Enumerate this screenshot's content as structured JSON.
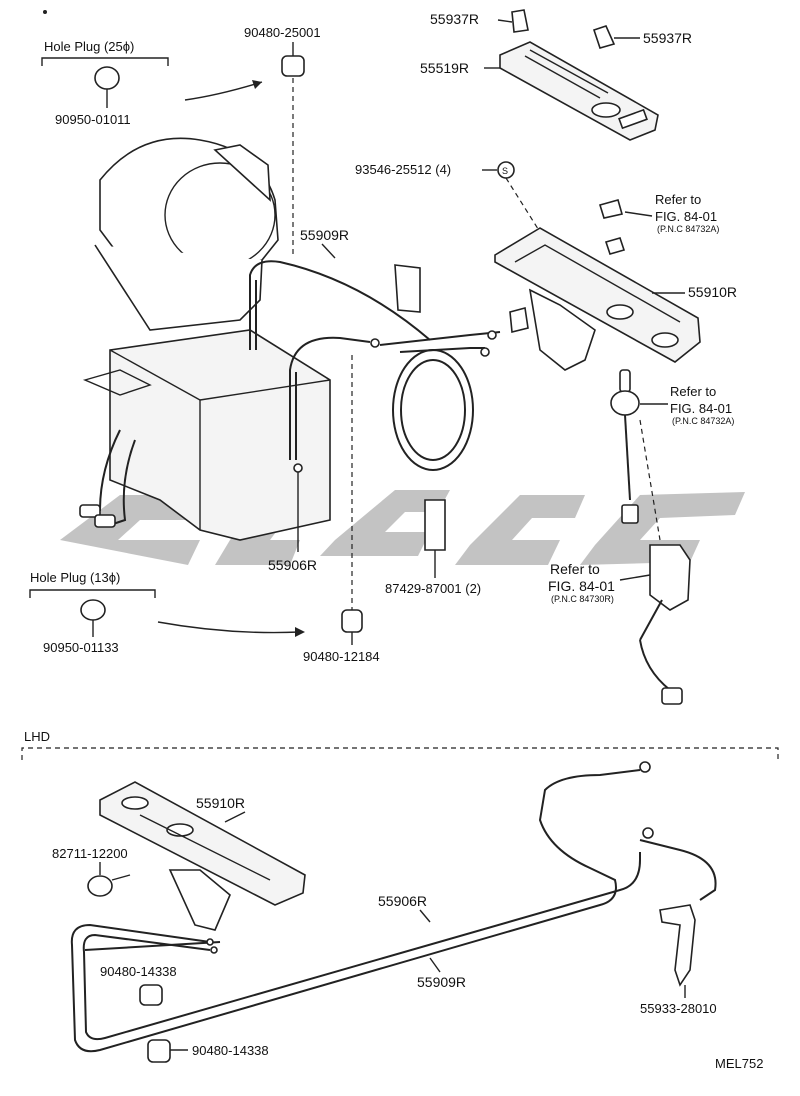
{
  "labels": {
    "knob_top_left": "55937R",
    "knob_top_right": "55937R",
    "panel_top": "55519R",
    "grommet_top": "90480-25001",
    "hole_plug_25": "Hole Plug (25ϕ)",
    "plug_25_num": "90950-01011",
    "screw": "93546-25512 (4)",
    "screw_symbol": "S",
    "cable_upper": "55909R",
    "control_upper": "55910R",
    "cable_lower_up": "55906R",
    "pad": "87429-87001 (2)",
    "hole_plug_13": "Hole Plug (13ϕ)",
    "plug_13_num": "90950-01133",
    "grommet_mid": "90480-12184",
    "lhd": "LHD",
    "control_lhd": "55910R",
    "clamp": "82711-12200",
    "grommet_lhd_a": "90480-14338",
    "grommet_lhd_b": "90480-14338",
    "cable_lhd_a": "55906R",
    "cable_lhd_b": "55909R",
    "bracket": "55933-28010",
    "code": "MEL752"
  },
  "refs": [
    {
      "line1": "Refer to",
      "line2": "FIG. 84-01",
      "line3": "(P.N.C 84732A)"
    },
    {
      "line1": "Refer to",
      "line2": "FIG. 84-01",
      "line3": "(P.N.C  84732A)"
    },
    {
      "line1": "Refer to",
      "line2": "FIG. 84-01",
      "line3": "(P.N.C 84730R)"
    }
  ]
}
